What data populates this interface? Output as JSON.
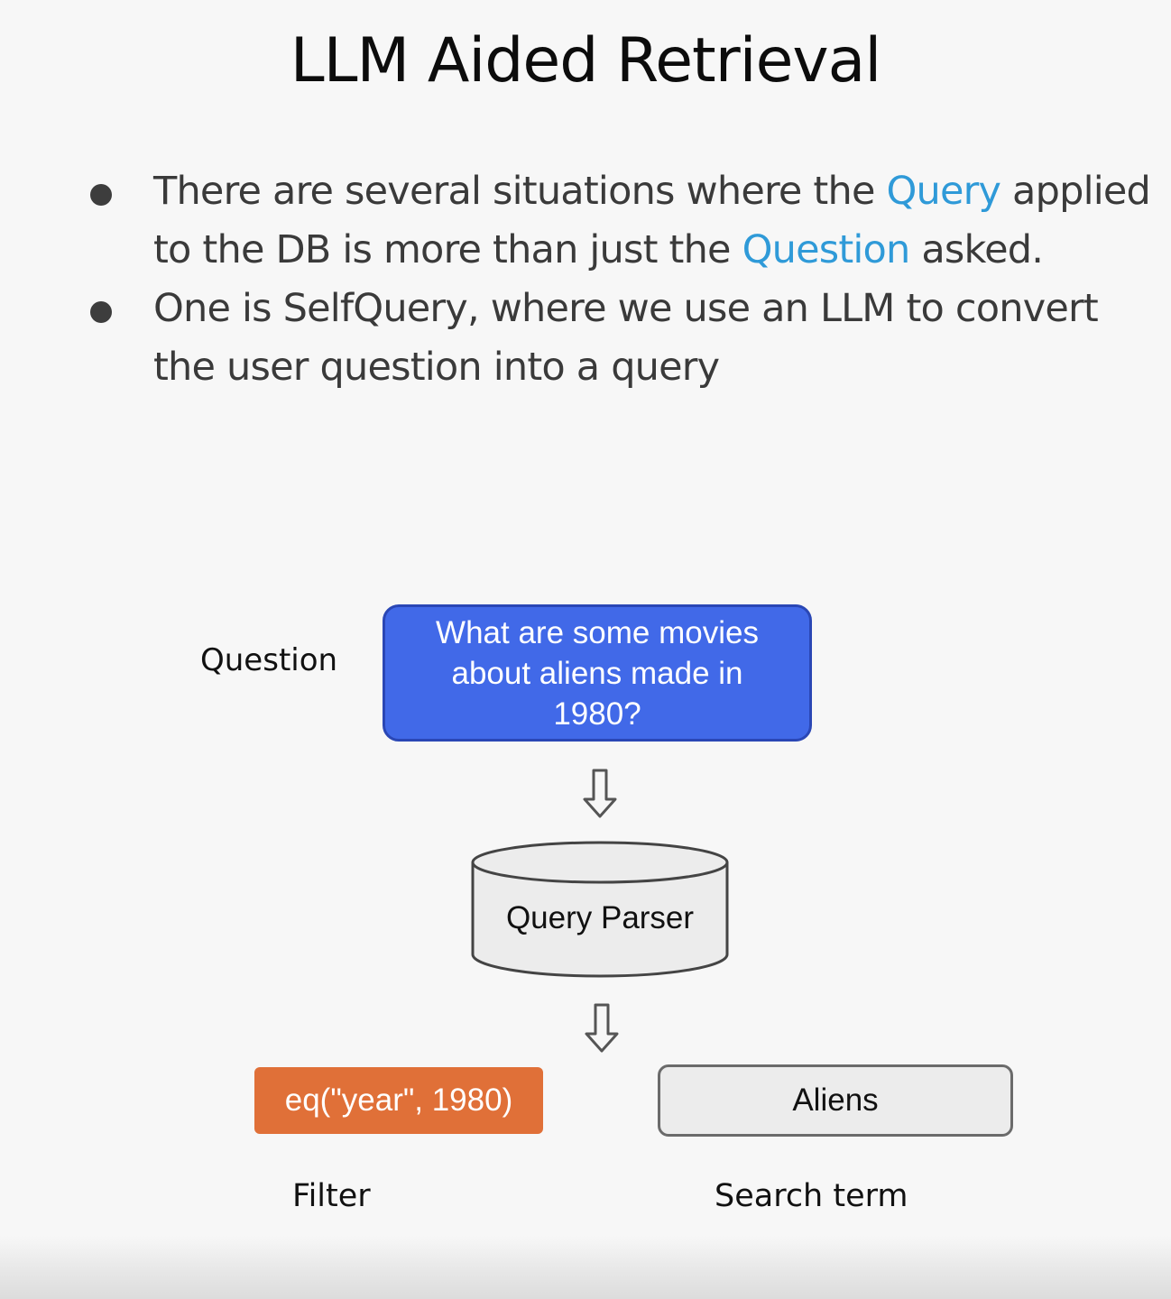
{
  "title": "LLM Aided Retrieval",
  "bullets": [
    {
      "parts": [
        {
          "text": "There are several situations where the ",
          "highlight": false
        },
        {
          "text": "Query",
          "highlight": true
        },
        {
          "text": " applied to the DB is more than just the ",
          "highlight": false
        },
        {
          "text": "Question",
          "highlight": true
        },
        {
          "text": " asked.",
          "highlight": false
        }
      ]
    },
    {
      "parts": [
        {
          "text": "One is SelfQuery, where we use an LLM to convert the user question into a query",
          "highlight": false
        }
      ]
    }
  ],
  "colors": {
    "highlight": "#2f9ad8",
    "question_box": "#4169e8",
    "filter_box": "#e07038",
    "parser_fill": "#ececec"
  },
  "diagram": {
    "question_label": "Question",
    "question_text": "What are some movies about aliens made in 1980?",
    "parser_label": "Query Parser",
    "filter_value": "eq(\"year\", 1980)",
    "filter_label": "Filter",
    "search_value": "Aliens",
    "search_label": "Search term",
    "arrow_icon": "down-outline-arrow-icon",
    "parser_icon": "database-cylinder-icon"
  }
}
